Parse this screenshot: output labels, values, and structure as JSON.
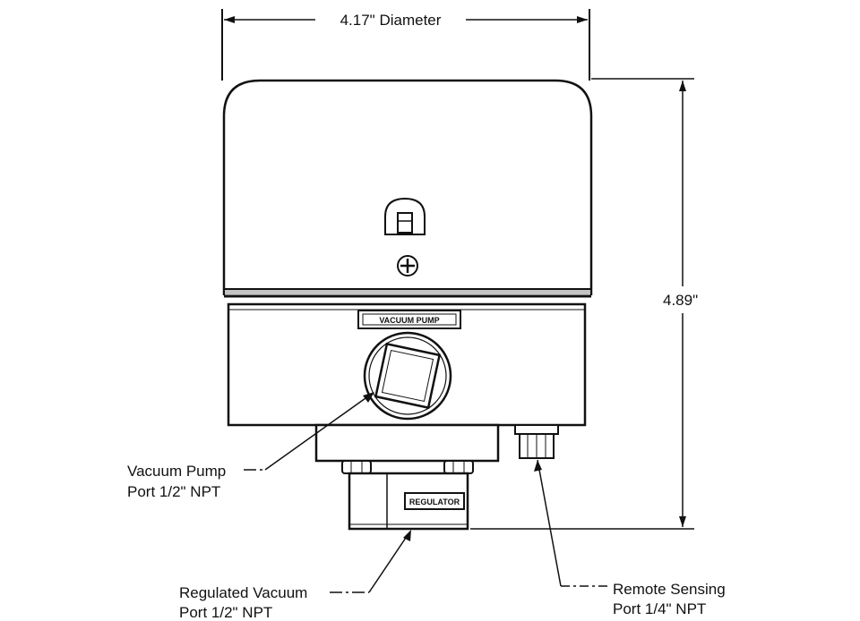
{
  "dimensions": {
    "width_label": "4.17\" Diameter",
    "height_label": "4.89\""
  },
  "labels": {
    "vacuum_pump_port": [
      "Vacuum Pump",
      "Port  1/2\" NPT"
    ],
    "regulated_vacuum_port": [
      "Regulated Vacuum",
      "Port  1/2\" NPT"
    ],
    "remote_sensing_port": [
      "Remote Sensing",
      "Port 1/4\" NPT"
    ]
  },
  "nameplates": {
    "body_tag": "VACUUM PUMP",
    "regulator_tag": "REGULATOR"
  }
}
